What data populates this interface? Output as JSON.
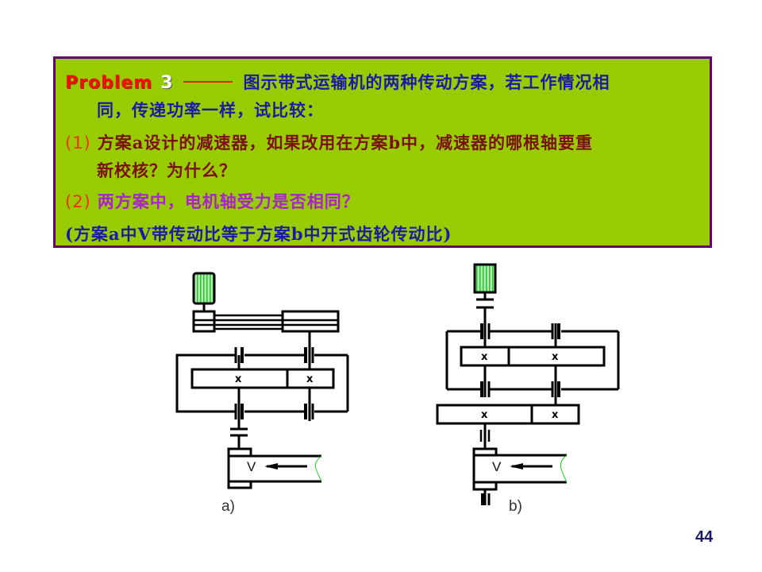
{
  "problem": {
    "title_word": "Problem",
    "title_number": "3",
    "intro_line1": "图示带式运输机的两种传动方案，若工作情况相",
    "intro_line2": "同，传递功率一样，试比较：",
    "q1_label": "(1)",
    "q1_line1": "方案a设计的减速器，如果改用在方案b中，减速器的哪根轴要重",
    "q1_line2": "新校核？为什么？",
    "q2_label": "(2)",
    "q2_text": "两方案中，电机轴受力是否相同？",
    "note": "(方案a中V带传动比等于方案b中开式齿轮传动比)"
  },
  "diagrams": {
    "a": {
      "caption": "a)",
      "velocity_label": "V",
      "components": [
        "motor",
        "v-belt-drive",
        "two-stage-gear-reducer",
        "coupling",
        "conveyor-drum"
      ]
    },
    "b": {
      "caption": "b)",
      "velocity_label": "V",
      "components": [
        "motor",
        "coupling",
        "two-stage-gear-reducer",
        "open-gear-drive",
        "conveyor-drum"
      ]
    }
  },
  "colors": {
    "box_background": "#99cc00",
    "box_border": "#660066",
    "title_red": "#ee1100",
    "intro_blue": "#1a1aa6",
    "q1_maroon": "#7a1010",
    "q2_purple": "#aa22cc",
    "motor_green": "#66dd66"
  },
  "page": {
    "number": "44"
  }
}
